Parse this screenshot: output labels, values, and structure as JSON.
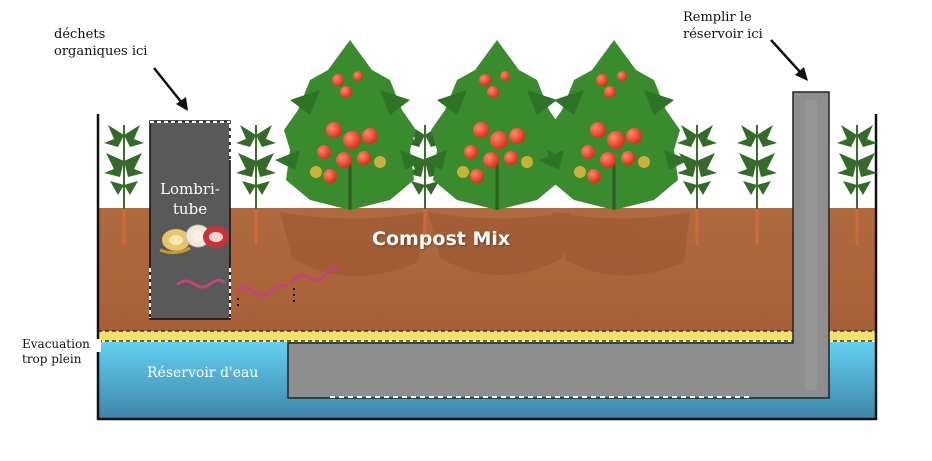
{
  "labels": {
    "waste_line1": "déchets",
    "waste_line2": "organiques ici",
    "fill_line1": "Remplir le",
    "fill_line2": "réservoir ici",
    "overflow_line1": "Evacuation",
    "overflow_line2": "trop plein",
    "compost": "Compost Mix",
    "reservoir": "Réservoir d'eau",
    "tube_line1": "Lombri-",
    "tube_line2": "tube"
  },
  "colors": {
    "soil": "#b46d43",
    "soil_dark": "#9a5532",
    "water": "#5ec8ea",
    "water_deep": "#3b7fa3",
    "pipe": "#8e8e8e",
    "tube": "#595959",
    "sand": "#f3e26a",
    "worm": "#c2457a",
    "tomato": "#e6361f",
    "leaf": "#3a8a2e"
  }
}
